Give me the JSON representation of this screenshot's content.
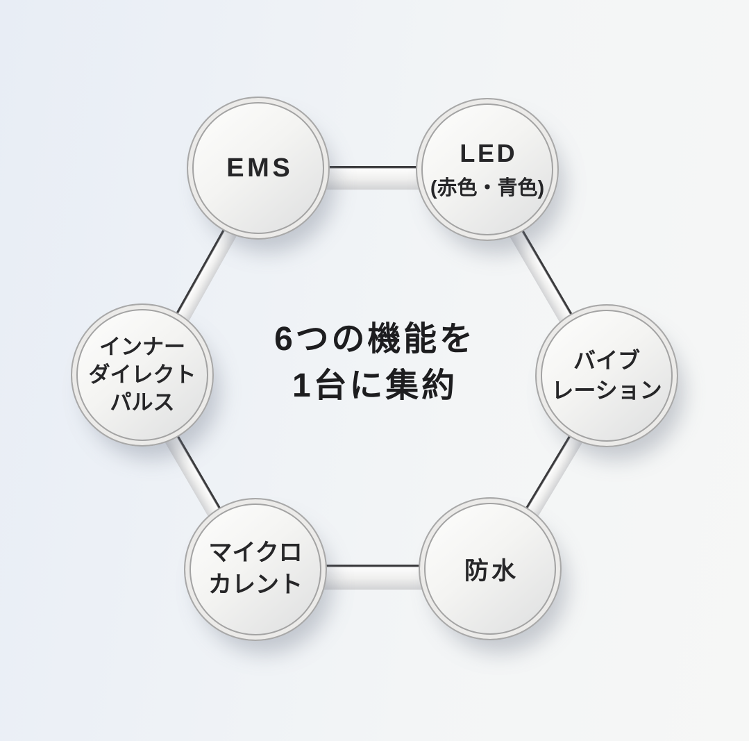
{
  "diagram": {
    "center_title": "6つの機能を\n1台に集約",
    "nodes": [
      {
        "id": "ems",
        "label": "EMS"
      },
      {
        "id": "led",
        "label": "LED",
        "sub": "(赤色・青色)"
      },
      {
        "id": "vibration",
        "label": "バイブ\nレーション"
      },
      {
        "id": "waterproof",
        "label": "防水"
      },
      {
        "id": "microcurrent",
        "label": "マイクロ\nカレント"
      },
      {
        "id": "inner-direct-pulse",
        "label": "インナー\nダイレクト\nパルス"
      }
    ],
    "colors": {
      "background_left": "#e8edf5",
      "background_right": "#f6f7f6",
      "circle_fill_light": "#fdfdfc",
      "circle_fill_dark": "#dcddde",
      "ring": "#a3a3a3",
      "connector_line": "#3a3a3c",
      "text": "#262628",
      "title_text": "#1d1d1f"
    }
  }
}
